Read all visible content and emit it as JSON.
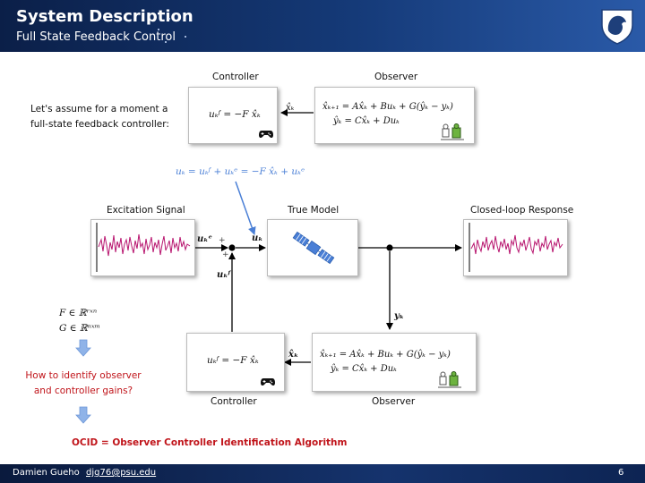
{
  "header": {
    "title": "System Description",
    "subtitle": "Full State Feedback Control"
  },
  "footer": {
    "author": "Damien Gueho",
    "email": "djg76@psu.edu",
    "page": "6"
  },
  "intro": {
    "line1": "Let's assume for a moment a",
    "line2": "full-state feedback controller:"
  },
  "top_diagram": {
    "controller_label": "Controller",
    "observer_label": "Observer",
    "controller_eq": "uₖᶠ = −F x̂ₖ",
    "observer_eq1": "x̂ₖ₊₁ = Ax̂ₖ + Buₖ + G(ŷₖ − yₖ)",
    "observer_eq2": "ŷₖ = Cx̂ₖ + Duₖ",
    "arrow_label": "x̂ₖ"
  },
  "control_law": "uₖ = uₖᶠ + uₖᵉ = −F x̂ₖ + uₖᵉ",
  "main_diagram": {
    "excitation_label": "Excitation Signal",
    "true_model_label": "True Model",
    "response_label": "Closed-loop Response",
    "ue_label": "uₖᵉ",
    "uk_label": "uₖ",
    "uf_label": "uₖᶠ",
    "yk_label": "yₖ",
    "xhat_label": "x̂ₖ",
    "plus1": "+",
    "plus2": "+",
    "controller_label": "Controller",
    "observer_label": "Observer",
    "controller_eq": "uₖᶠ = −F x̂ₖ",
    "observer_eq1": "x̂ₖ₊₁ = Ax̂ₖ + Buₖ + G(ŷₖ − yₖ)",
    "observer_eq2": "ŷₖ = Cx̂ₖ + Duₖ"
  },
  "dimensions": {
    "F": "F ∈ ℝʳˣⁿ",
    "G": "G ∈ ℝⁿˣᵐ"
  },
  "question": {
    "line1": "How to identify observer",
    "line2": "and controller gains?"
  },
  "ocid": "OCID = Observer Controller Identification Algorithm",
  "colors": {
    "header": "#153a78",
    "signal": "#b8156f",
    "highlight": "#4a7fd6",
    "red": "#c0141a"
  }
}
